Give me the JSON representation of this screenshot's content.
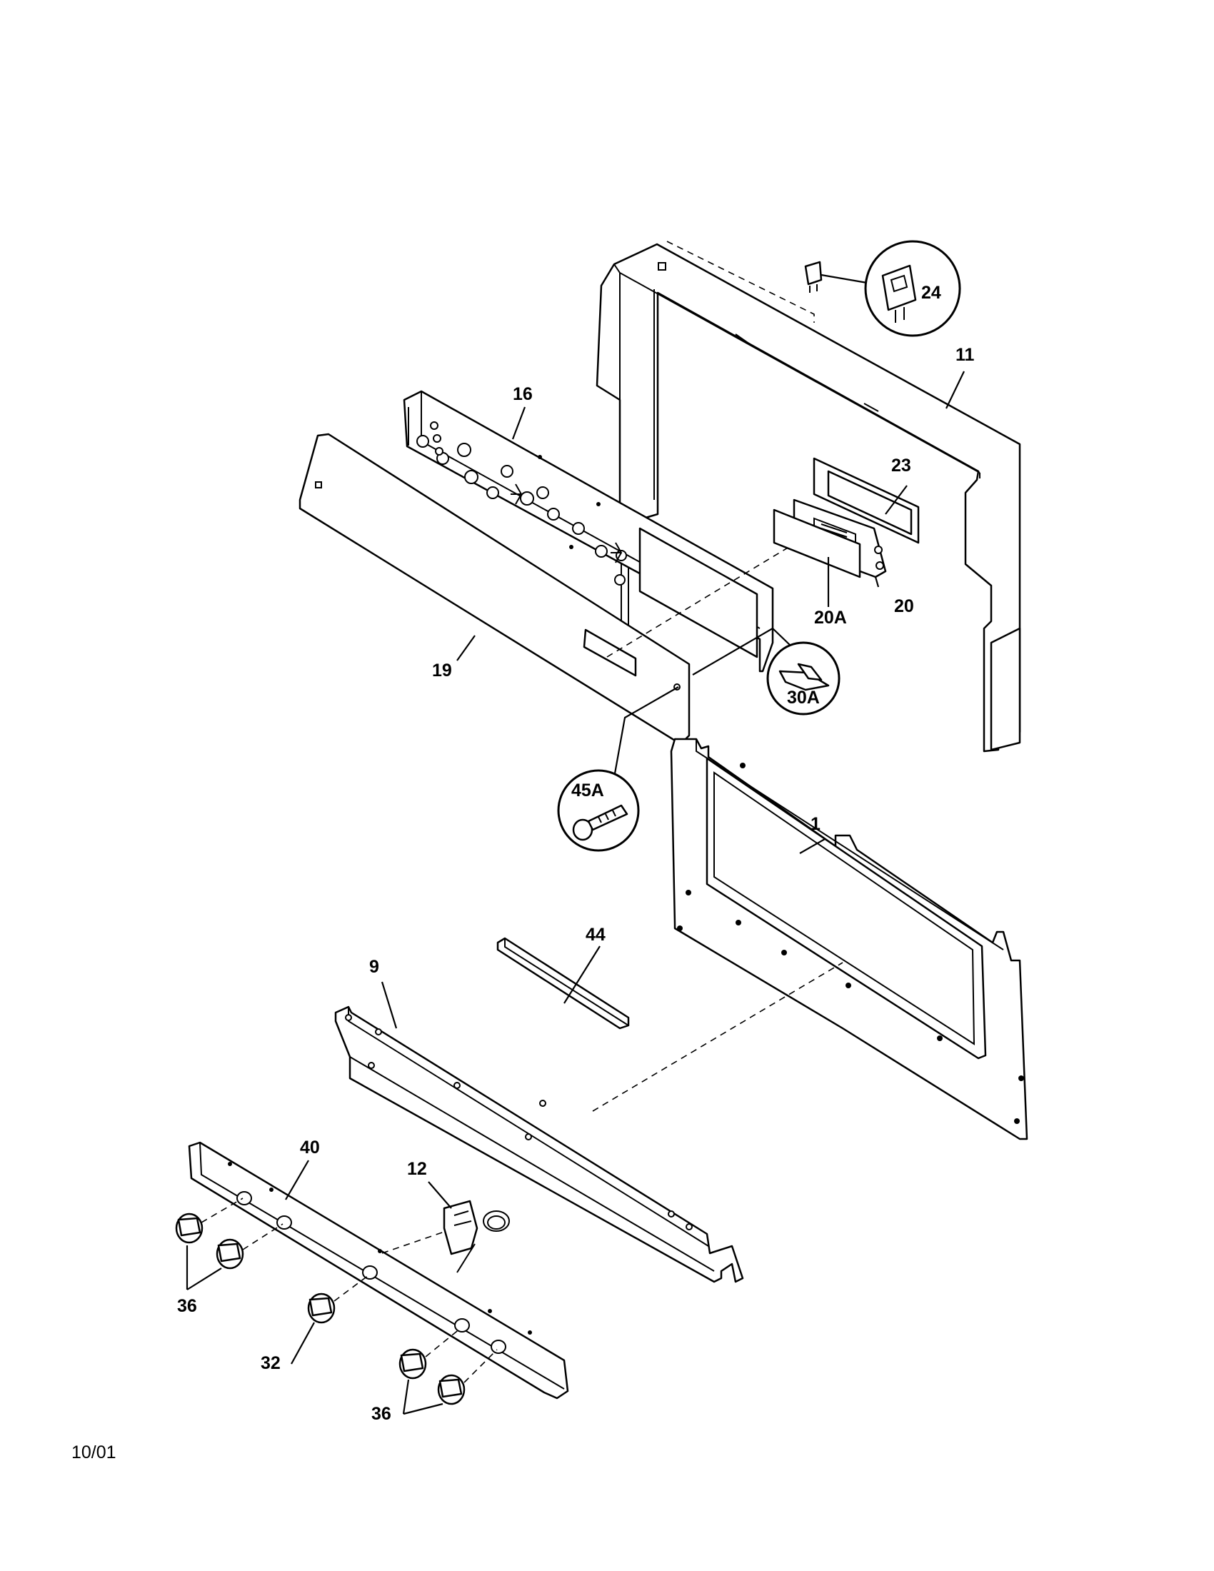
{
  "document": {
    "date_code": "10/01"
  },
  "parts": [
    {
      "id": "1",
      "label": "1"
    },
    {
      "id": "9",
      "label": "9"
    },
    {
      "id": "11",
      "label": "11"
    },
    {
      "id": "12",
      "label": "12"
    },
    {
      "id": "16",
      "label": "16"
    },
    {
      "id": "19",
      "label": "19"
    },
    {
      "id": "20",
      "label": "20"
    },
    {
      "id": "20A",
      "label": "20A"
    },
    {
      "id": "23",
      "label": "23"
    },
    {
      "id": "24",
      "label": "24"
    },
    {
      "id": "30A",
      "label": "30A"
    },
    {
      "id": "32",
      "label": "32"
    },
    {
      "id": "36",
      "label": "36"
    },
    {
      "id": "40",
      "label": "40"
    },
    {
      "id": "44",
      "label": "44"
    },
    {
      "id": "45A",
      "label": "45A"
    }
  ]
}
